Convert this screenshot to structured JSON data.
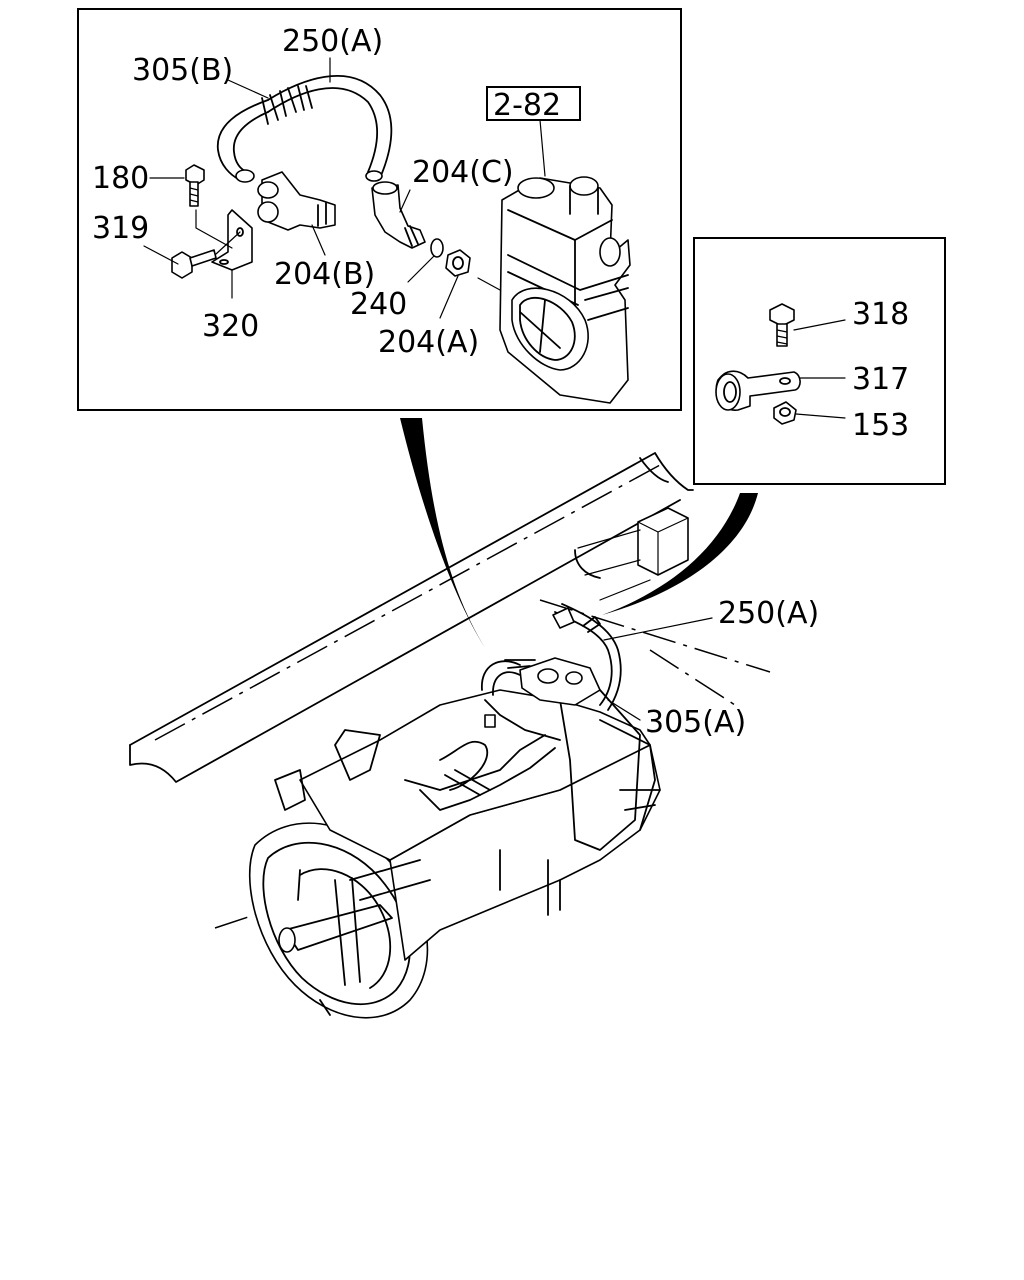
{
  "labels": {
    "hose_250a_top": "250(A)",
    "hose_305b": "305(B)",
    "ref_2_82": "2-82",
    "bolt_180": "180",
    "fitting_204c": "204(C)",
    "bolt_319": "319",
    "fitting_204b": "204(B)",
    "washer_240": "240",
    "bracket_320": "320",
    "nut_204a": "204(A)",
    "bolt_318": "318",
    "clip_317": "317",
    "nut_153": "153",
    "hose_250a_main": "250(A)",
    "hose_305a": "305(A)"
  }
}
